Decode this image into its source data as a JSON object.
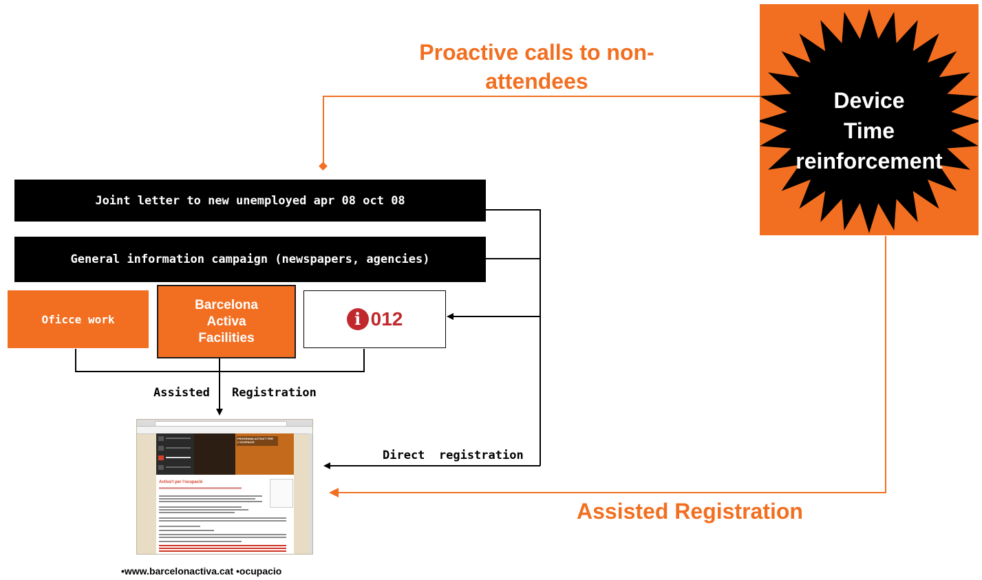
{
  "top_label": {
    "line1": "Proactive calls to non-",
    "line2": "attendees"
  },
  "badge": {
    "line1": "Device",
    "line2": "Time",
    "line3": "reinforcement"
  },
  "boxes": {
    "joint_letter": "Joint letter to new unemployed apr 08 oct 08",
    "general_campaign": "General information campaign (newspapers, agencies)",
    "office_work": "Oficce work",
    "facilities": {
      "line1": "Barcelona",
      "line2": "Activa",
      "line3": "Facilities"
    },
    "info_line": "012"
  },
  "labels": {
    "assisted_registration_left_a": "Assisted",
    "assisted_registration_left_b": "Registration",
    "direct_registration": "Direct  registration",
    "assisted_registration_bottom": "Assisted Registration"
  },
  "website_caption": "•www.barcelonactiva.cat •ocupacio",
  "website_thumbnail": {
    "banner_title": "PROGRAMA ACTIVA'T PER L'OCUPACIÓ",
    "heading": "Activa't per l'ocupació"
  },
  "colors": {
    "accent_orange": "#f26f21",
    "black": "#000000",
    "info_red": "#c0282d"
  },
  "icons": {
    "info_icon": "info-circle-icon",
    "starburst": "starburst-icon"
  }
}
